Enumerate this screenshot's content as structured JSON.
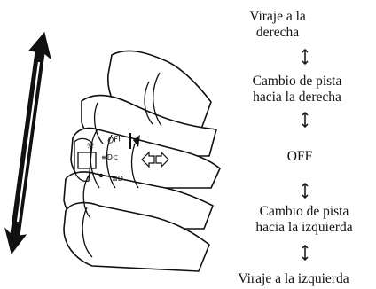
{
  "labels": {
    "turn_right": "Viraje a la\nderecha",
    "lane_change_right": "Cambio de pista\nhacia la derecha",
    "off": "OFF",
    "lane_change_left": "Cambio de pista\nhacia la izquierda",
    "turn_left": "Viraje a la izquierda"
  },
  "stalk_markings": {
    "off": "OFI",
    "light_symbol": "☼",
    "arrows": "⇦⇨"
  }
}
